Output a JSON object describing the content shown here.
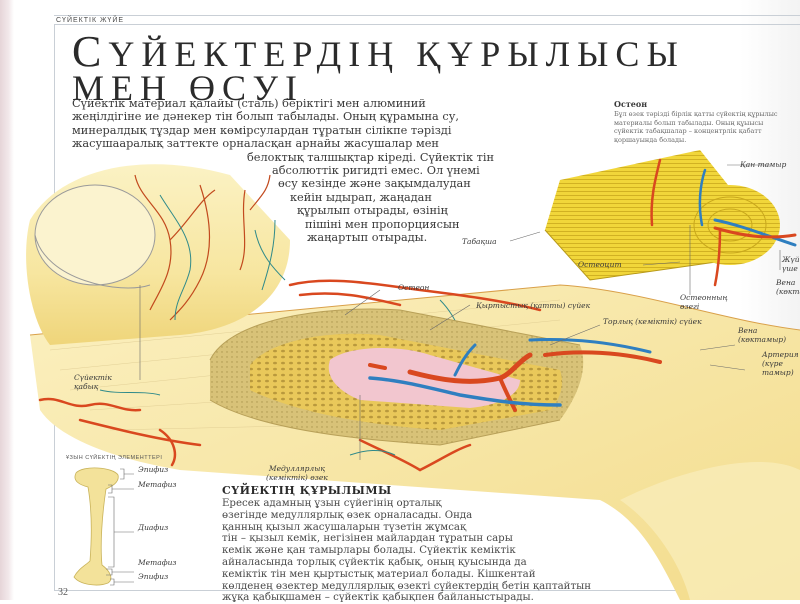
{
  "section_tag": "СҮЙЕКТІК ЖҮЙЕ",
  "title": {
    "line1_initial": "С",
    "line1_rest": "ҮЙЕКТЕРДІҢ ҚҰРЫЛЫСЫ",
    "line2": "МЕН ӨСУІ"
  },
  "intro_lines": [
    "Сүйектік материал қалайы (сталь) беріктігі мен алюминий",
    "жеңілдігіне ие дәнекер тін болып табылады. Оның құрамына су,",
    "минералдық тұздар мен көмірсулардан тұратын сілікпе тәрізді",
    "жасушааралық заттекте орналасқан арнайы жасушалар мен",
    "белоктық талшықтар кіреді. Сүйектік тін",
    "абсолюттік ригидті емес. Ол үнемі",
    "өсу кезінде және зақымдалудан",
    "кейін ыдырап, жаңадан",
    "құрылып отырады, өзінің",
    "пішіні мен пропорциясын",
    "жаңартып отырады."
  ],
  "osteon_box": {
    "heading": "Остеон",
    "lines": [
      "Бұл өзек тәріздi бірлік қатты сүйектің құрылыс",
      "материалы болып табылады. Оның құыысы",
      "сүйектік табақшалар – концентрлік қабатт",
      "қоршауында болады."
    ]
  },
  "labels": {
    "kan_tamyr": "Қан тамыр",
    "tabaksha": "Табақша",
    "osteocyte": "Остеоцит",
    "osteon_ozegi_1": "Остеонның",
    "osteon_ozegi_2": "өзегі",
    "nerve_1": "Жүйке",
    "nerve_2": "үше",
    "vena_right_1": "Вена",
    "vena_right_2": "(көктамыр)",
    "osteon": "Остеон",
    "compact_bone": "Қыртыстық (қатты) сүйек",
    "spongy_bone": "Торлық (кеміктік) сүйек",
    "vena_1": "Вена",
    "vena_2": "(көктамыр)",
    "artery_1": "Артерия",
    "artery_2": "(күре",
    "artery_3": "тамыр)",
    "periosteum_1": "Сүйектік",
    "periosteum_2": "қабық",
    "medullary_1": "Медуллярлық",
    "medullary_2": "(кеміктік) өзек"
  },
  "long_bone": {
    "caption": "ҰЗЫН СҮЙЕКТІҢ ЭЛЕМЕНТТЕРІ",
    "parts": [
      "Эпифиз",
      "Метафиз",
      "Диафиз",
      "Метафиз",
      "Эпифиз"
    ]
  },
  "structure": {
    "heading": "СҮЙЕКТІҢ ҚҰРЫЛЫМЫ",
    "lines": [
      "Ересек адамның ұзын сүйегінің орталық",
      "өзегінде медуллярлық өзек орналасады. Онда",
      "қанның қызыл жасушаларын түзетін жұмсақ",
      "тін – қызыл кемік, негізінен майлардан тұратын сары",
      "кемік және қан тамырлары болады. Сүйектік кеміктік",
      "айналасында торлық сүйектік қабық, оның қуысында да",
      "кеміктік тін мен қыртыстық материал болады. Кішкентай",
      "көлденең өзектер медуллярлық өзекті сүйектердің бетін қаптайтын",
      "жұқа қабықшамен – сүйектік қабықпен байланыстырады."
    ]
  },
  "page_number": "32",
  "colors": {
    "bone_yellow": "#f7e9a8",
    "artery_red": "#d9481f",
    "vein_blue": "#2f7fc0",
    "marrow_pink": "#f0c8d0",
    "osteon_yellow": "#f2d431"
  }
}
